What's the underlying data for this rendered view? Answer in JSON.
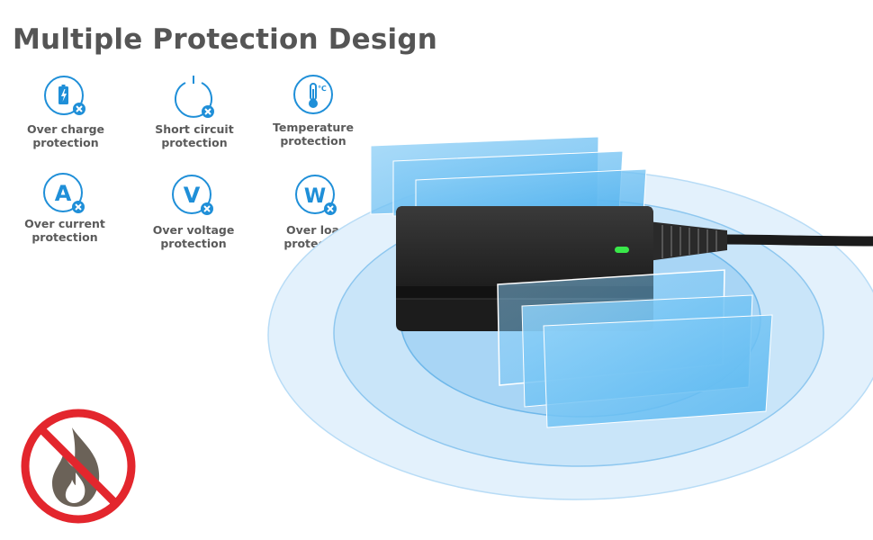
{
  "title": "Multiple Protection Design",
  "colors": {
    "title": "#555555",
    "icon_blue": "#1f8fd8",
    "label_gray": "#5a5a5a",
    "prohibit_red": "#e3262d",
    "flame": "#6b6258",
    "led_green": "#39e84a"
  },
  "features": [
    {
      "label": "Over charge\nprotection",
      "icon": "battery-icon"
    },
    {
      "label": "Short circuit\nprotection",
      "icon": "power-icon"
    },
    {
      "label": "Temperature\nprotection",
      "icon": "thermometer-icon"
    },
    {
      "label": "Over current\nprotection",
      "icon": "current-a-icon",
      "letter": "A"
    },
    {
      "label": "Over voltage\nprotection",
      "icon": "voltage-v-icon",
      "letter": "V"
    },
    {
      "label": "Over load\nprotection",
      "icon": "load-w-icon",
      "letter": "W"
    }
  ],
  "thermometer_unit": "℃",
  "scene": {
    "product": "power-adapter",
    "badge": "no-fire-icon"
  }
}
